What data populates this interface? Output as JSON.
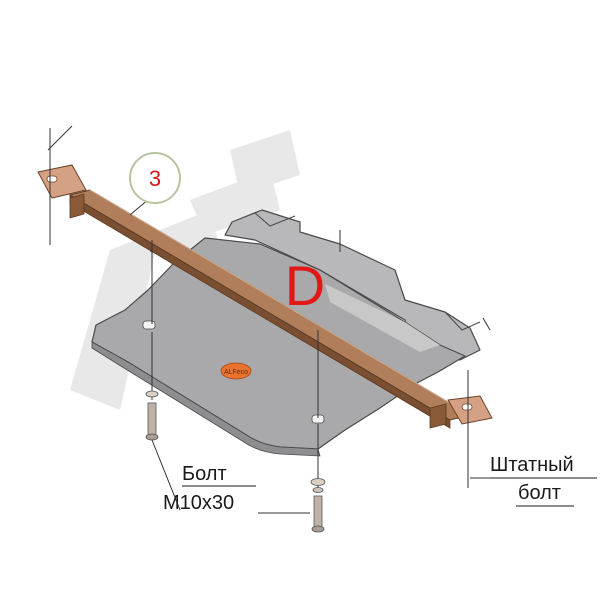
{
  "diagram": {
    "part_label": "D",
    "callout_number": "3",
    "stamp_text": "ALFeco",
    "labels": {
      "bolt_line1": "Болт",
      "bolt_line2": "M10x30",
      "stock_line1": "Штатный",
      "stock_line2": "болт"
    },
    "colors": {
      "plate_fill": "#a9a9ab",
      "plate_stroke": "#4a4a4a",
      "bar_fill": "#9a6a48",
      "bar_dark": "#6b4329",
      "bracket_fill": "#d4a184",
      "watermark": "#e6e6e6",
      "part_letter": "#e01818",
      "callout_circle": "#b9c3a0",
      "stamp": "#e8722e"
    }
  }
}
